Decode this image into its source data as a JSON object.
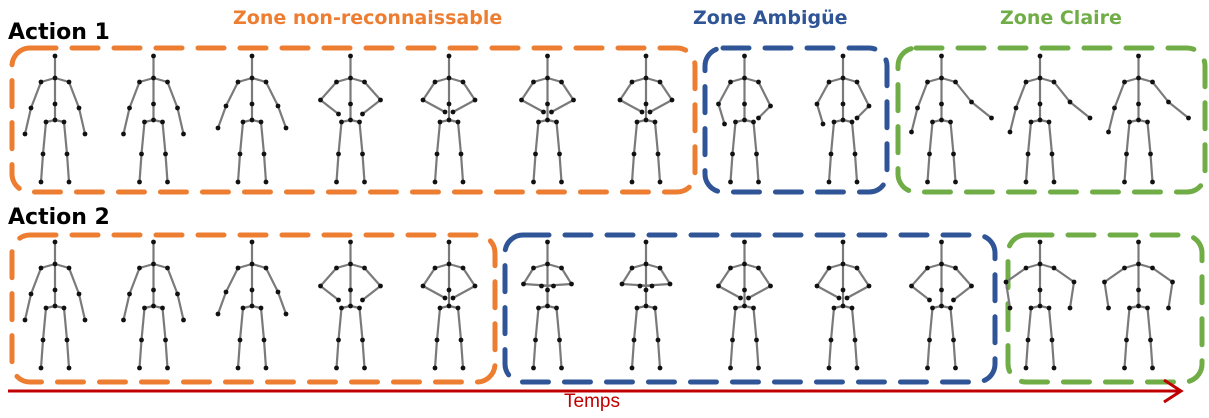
{
  "colors": {
    "non_recognizable": "#ED7D31",
    "ambiguous": "#2F5597",
    "clear": "#70AD47",
    "time_axis": "#C00000",
    "skeleton_bone": "#7a7a7a",
    "skeleton_joint": "#111111"
  },
  "zones": {
    "non_recognizable": "Zone non-reconnaissable",
    "ambiguous": "Zone Ambigüe",
    "clear": "Zone Claire"
  },
  "rows": [
    {
      "label": "Action 1",
      "poses": [
        "rest",
        "rest",
        "slight",
        "hips",
        "front",
        "front",
        "front",
        "left-up",
        "left-up",
        "wave",
        "wave",
        "wave"
      ],
      "zones": [
        {
          "type": "non_recognizable",
          "frames": [
            1,
            7
          ]
        },
        {
          "type": "ambiguous",
          "frames": [
            8,
            9
          ]
        },
        {
          "type": "clear",
          "frames": [
            10,
            12
          ]
        }
      ]
    },
    {
      "label": "Action 2",
      "poses": [
        "rest",
        "rest",
        "slight",
        "hips",
        "front",
        "cross",
        "cross",
        "front",
        "front",
        "hips",
        "wide",
        "wide"
      ],
      "zones": [
        {
          "type": "non_recognizable",
          "frames": [
            1,
            5
          ]
        },
        {
          "type": "ambiguous",
          "frames": [
            6,
            10
          ]
        },
        {
          "type": "clear",
          "frames": [
            11,
            12
          ]
        }
      ]
    }
  ],
  "time_axis": {
    "label": "Temps"
  }
}
